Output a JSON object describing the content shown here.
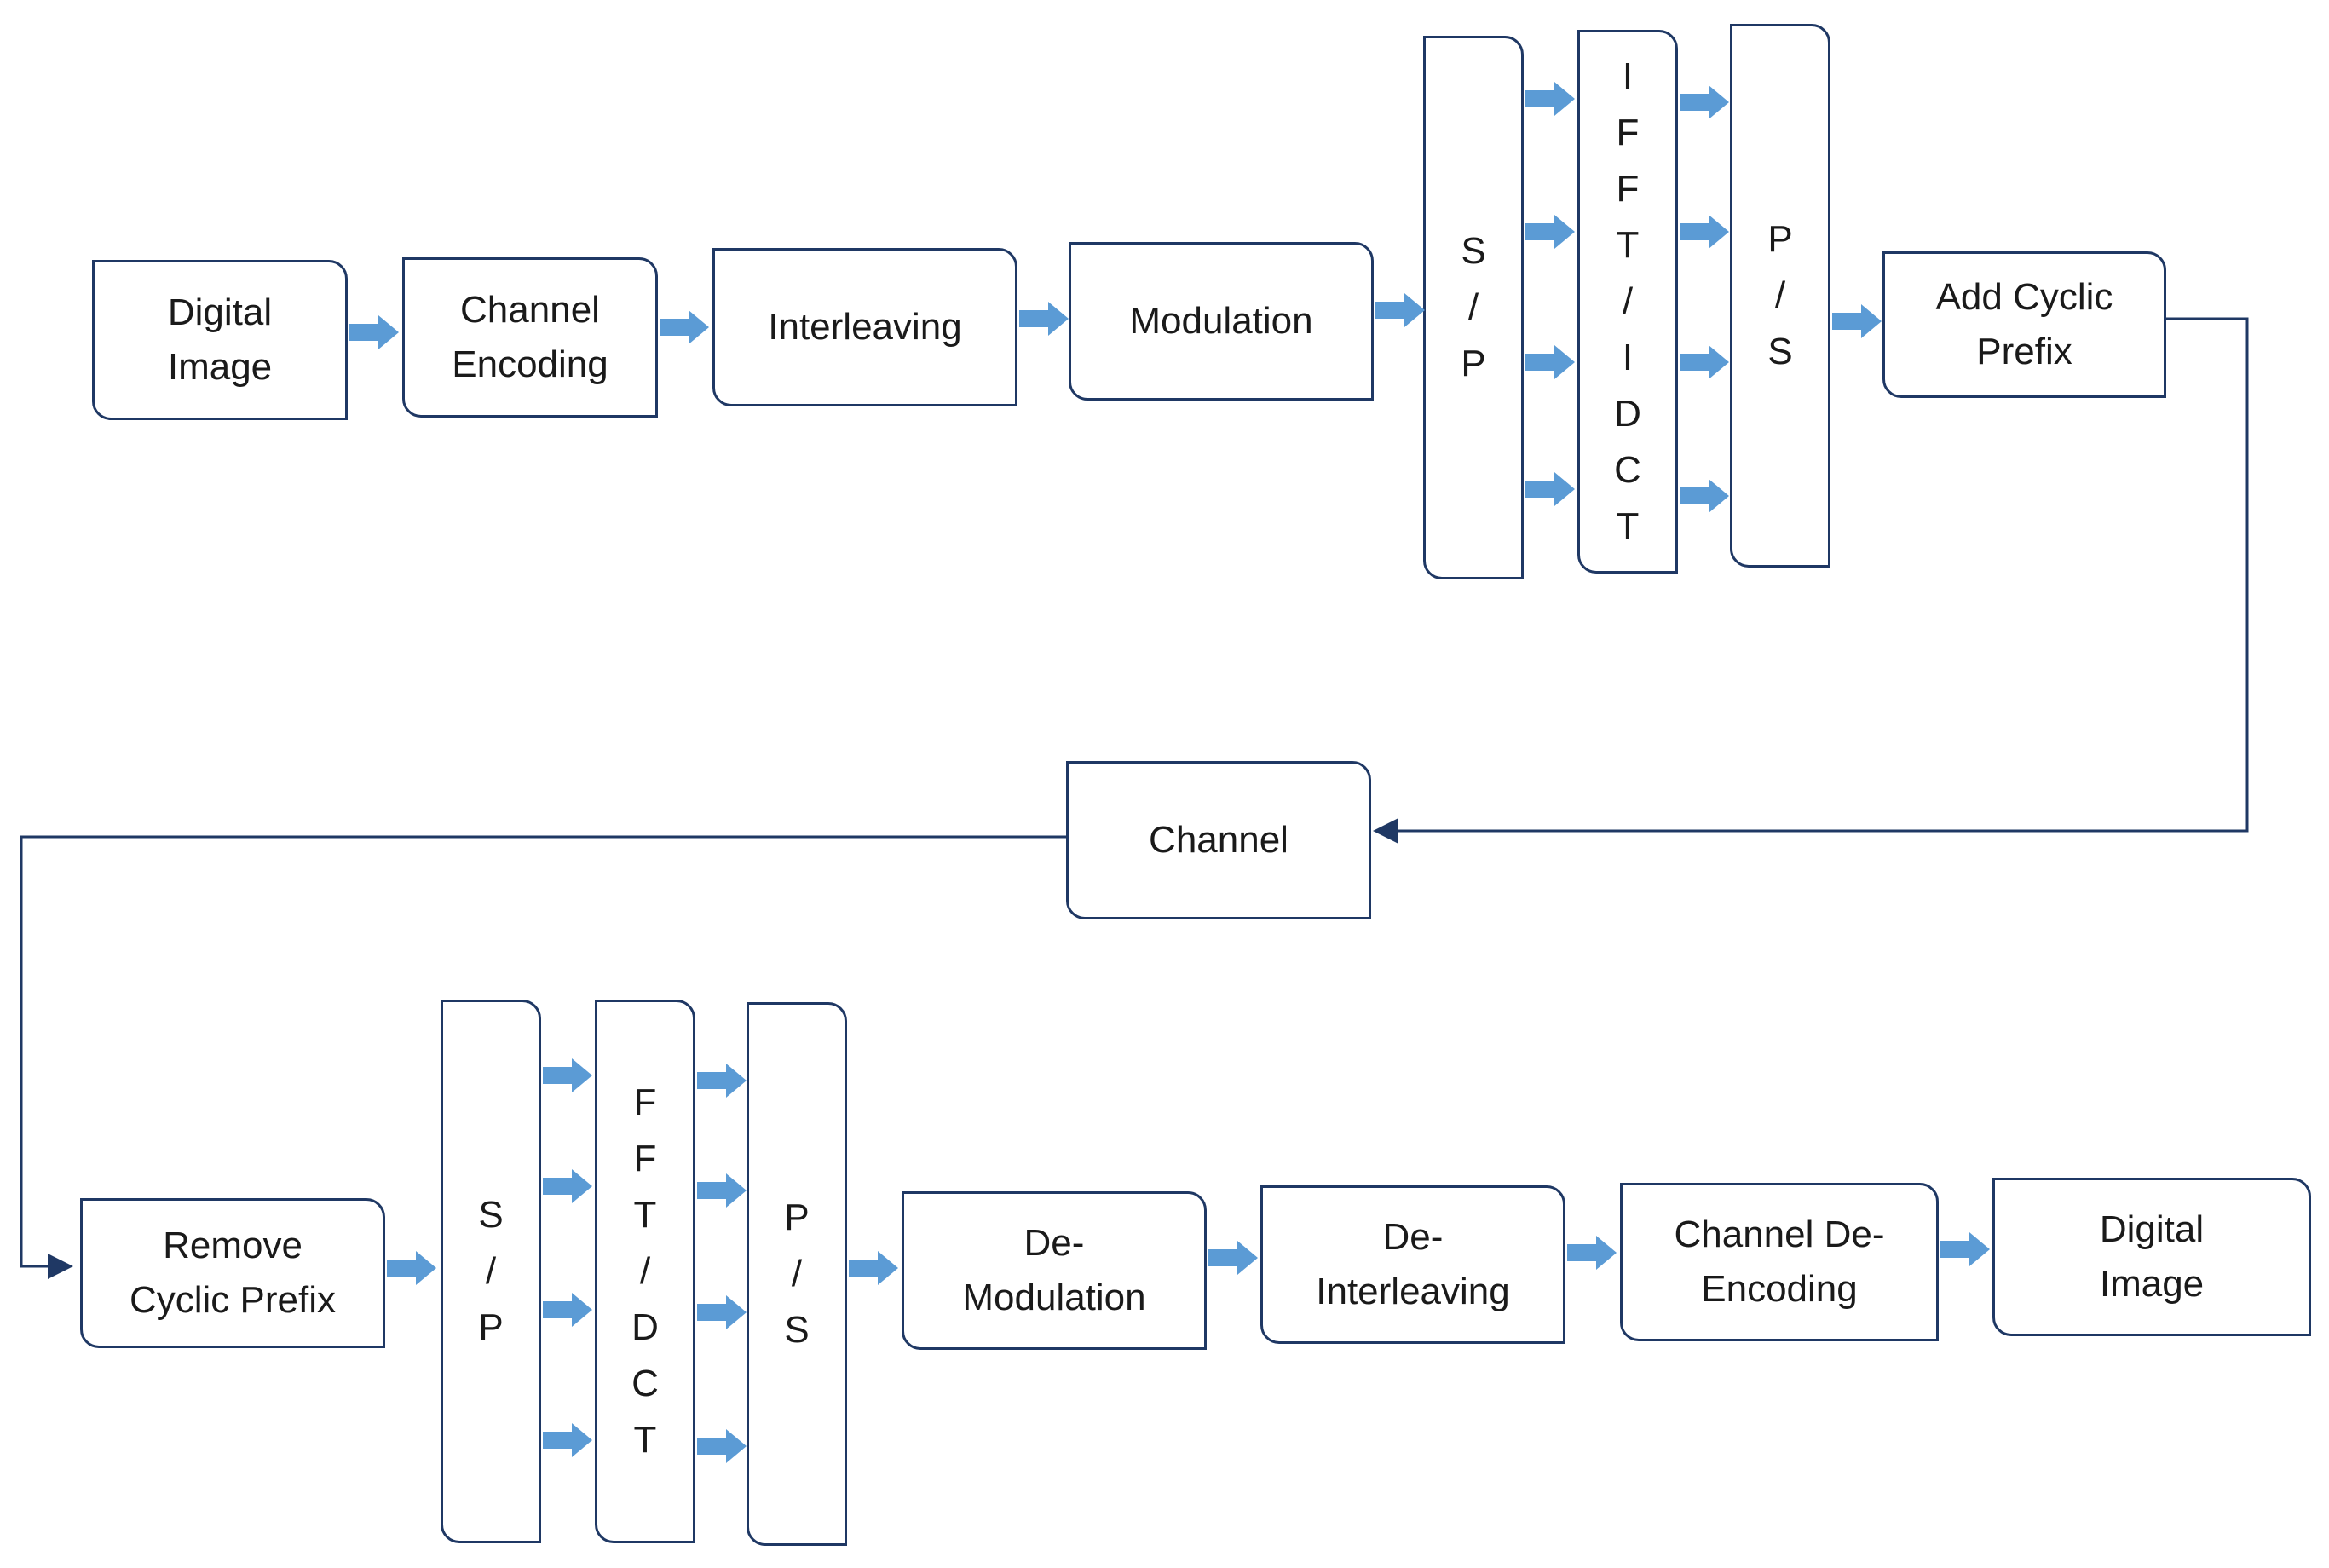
{
  "diagram": {
    "colors": {
      "block_border": "#1f3864",
      "block_arrow": "#5b9bd5",
      "connector": "#1f3864"
    },
    "transmitter": {
      "digital_image": [
        "Digital",
        "Image"
      ],
      "channel_encoding": [
        "Channel",
        "Encoding"
      ],
      "interleaving": [
        "Interleaving"
      ],
      "modulation": [
        "Modulation"
      ],
      "sp": [
        "S",
        "/",
        "P"
      ],
      "ifft": [
        "I",
        "F",
        "F",
        "T",
        "/",
        "I",
        "D",
        "C",
        "T"
      ],
      "ps": [
        "P",
        "/",
        "S"
      ],
      "add_cp": [
        "Add Cyclic",
        "Prefix"
      ]
    },
    "channel": [
      "Channel"
    ],
    "receiver": {
      "remove_cp": [
        "Remove",
        "Cyclic Prefix"
      ],
      "sp": [
        "S",
        "/",
        "P"
      ],
      "fft": [
        "F",
        "F",
        "T",
        "/",
        "D",
        "C",
        "T"
      ],
      "ps": [
        "P",
        "/",
        "S"
      ],
      "demodulation": [
        "De-",
        "Modulation"
      ],
      "deinterleaving": [
        "De-",
        "Interleaving"
      ],
      "channel_decoding": [
        "Channel De-",
        "Encoding"
      ],
      "digital_image": [
        "Digital",
        "Image"
      ]
    }
  }
}
